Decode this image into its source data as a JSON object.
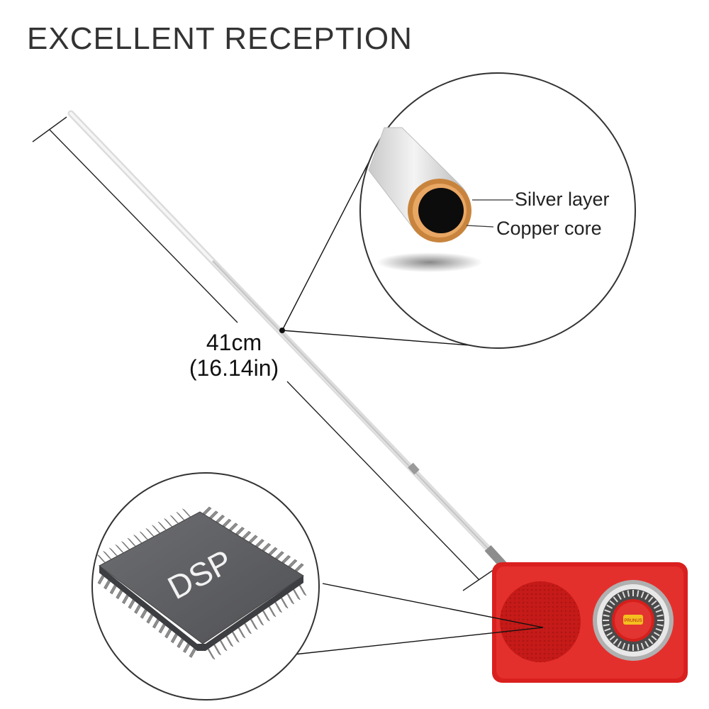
{
  "headline": "EXCELLENT RECEPTION",
  "dimension": {
    "cm": "41cm",
    "inches": "(16.14in)"
  },
  "cross_section": {
    "outer_label": "Silver layer",
    "inner_label": "Copper core"
  },
  "chip": {
    "label": "DSP"
  },
  "radio": {
    "brand": "PRUNUS"
  },
  "colors": {
    "text": "#333333",
    "radio_red": "#d9201e",
    "copper": "#c8843d",
    "chip_body": "#5f6064",
    "antenna": "#e8e8e8"
  }
}
